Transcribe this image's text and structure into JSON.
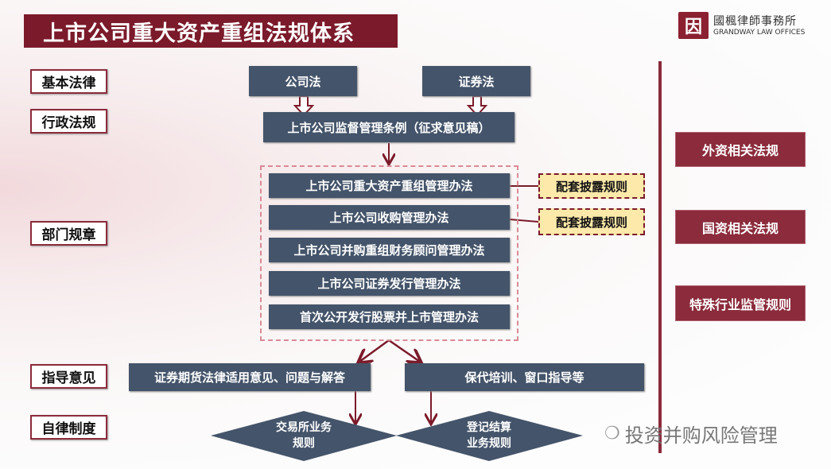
{
  "title": "上市公司重大资产重组法规体系",
  "logo": {
    "mark": "因",
    "name_cn": "國楓律師事務所",
    "name_en": "GRANDWAY LAW OFFICES"
  },
  "levels": [
    "基本法律",
    "行政法规",
    "部门规章",
    "指导意见",
    "自律制度"
  ],
  "basic_laws": [
    "公司法",
    "证券法"
  ],
  "admin_regulation": "上市公司监督管理条例（征求意见稿）",
  "dept_rules": [
    "上市公司重大资产重组管理办法",
    "上市公司收购管理办法",
    "上市公司并购重组财务顾问管理办法",
    "上市公司证券发行管理办法",
    "首次公开发行股票并上市管理办法"
  ],
  "disclosure_rules": [
    "配套披露规则",
    "配套披露规则"
  ],
  "related": [
    "外资相关法规",
    "国资相关法规",
    "特殊行业监管规则"
  ],
  "guidance": [
    "证券期货法律适用意见、问题与解答",
    "保代培训、窗口指导等"
  ],
  "self_reg": [
    {
      "line1": "交易所业务",
      "line2": "规则"
    },
    {
      "line1": "登记结算",
      "line2": "业务规则"
    }
  ],
  "watermark": "投资并购风险管理",
  "colors": {
    "title": "#7b1a2a",
    "box": "#44546a",
    "related": "#8b2b3b",
    "disclosure": "#fde9a9"
  }
}
